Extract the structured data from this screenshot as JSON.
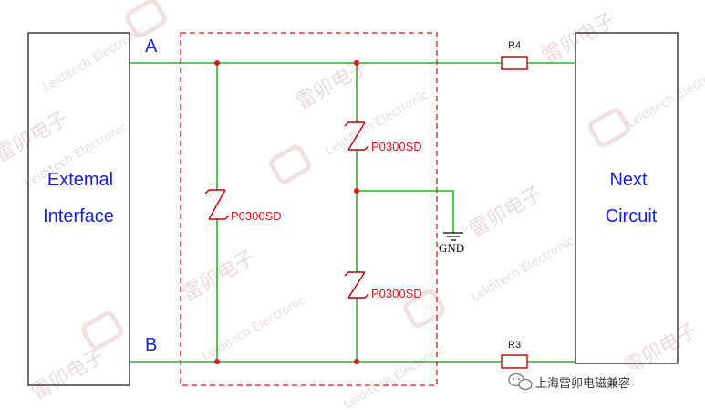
{
  "left_box": {
    "line1": "Extemal",
    "line2": "Interface"
  },
  "right_box": {
    "line1": "Next",
    "line2": "Circuit"
  },
  "lines": {
    "a": "A",
    "b": "B"
  },
  "tvs": {
    "left": "P0300SD",
    "top": "P0300SD",
    "bottom": "P0300SD"
  },
  "ground": {
    "label": "GND"
  },
  "resistors": {
    "top": "R4",
    "bottom": "R3"
  },
  "watermark": {
    "cn": "雷卯电子",
    "en": "Leiditech Electronic"
  },
  "badge": {
    "text": "上海雷卯电磁兼容"
  },
  "colors": {
    "wire": "#00a000",
    "node": "#e01818",
    "dash": "#e01818",
    "label_blue": "#1a22d8",
    "component": "#c00000"
  }
}
